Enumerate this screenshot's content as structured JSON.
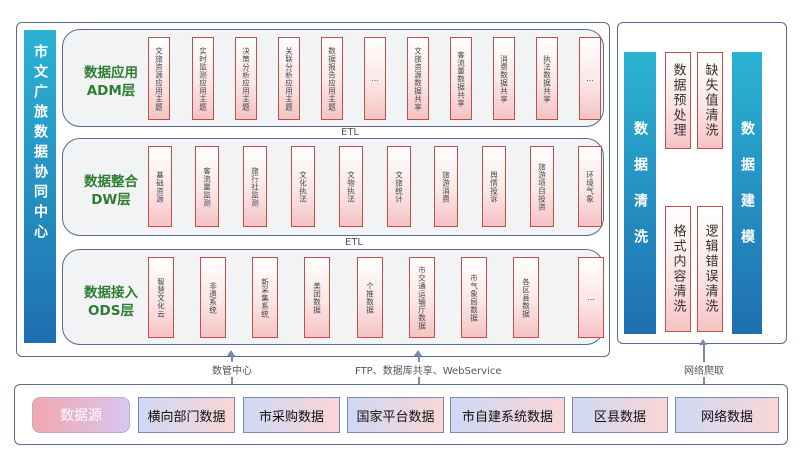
{
  "left_title": "市文广旅数据协同中心",
  "layers": {
    "adm": {
      "title": "数据应用ADM层",
      "items": [
        "文旅资源应用主题",
        "实时监测应用主题",
        "决策分析应用主题",
        "关联分析应用主题",
        "数据报告应用主题",
        "…",
        "文旅资源数据共享",
        "客流量数据共享",
        "消费数据共享",
        "执法数据共享",
        "…"
      ]
    },
    "dw": {
      "title": "数据整合DW层",
      "items": [
        "基础资源",
        "客流量监测",
        "旅行社监测",
        "文化执法",
        "文物执法",
        "文旅统计",
        "旅游消费",
        "舆情投诉",
        "旅游项目投资",
        "环境气象"
      ]
    },
    "ods": {
      "title": "数据接入ODS层",
      "items": [
        "智慧文化云",
        "非遗系统",
        "新采集系统",
        "美团数据",
        "个推数据",
        "市交通运输厅数据",
        "市气象局数据",
        "各区县数据",
        "…"
      ]
    }
  },
  "etl_labels": [
    "ETL",
    "ETL"
  ],
  "cleaning": {
    "bar_label": "数据清洗",
    "items": [
      "数据预处理",
      "缺失值清洗",
      "格式内容清洗",
      "逻辑错误清洗"
    ],
    "model_label": "数据建模"
  },
  "arrow_labels": {
    "left": "数管中心",
    "center": "FTP、数据库共享、WebService",
    "right": "网络爬取"
  },
  "sources": {
    "title": "数据源",
    "items": [
      "横向部门数据",
      "市采购数据",
      "国家平台数据",
      "市自建系统数据",
      "区县数据",
      "网络数据"
    ]
  }
}
